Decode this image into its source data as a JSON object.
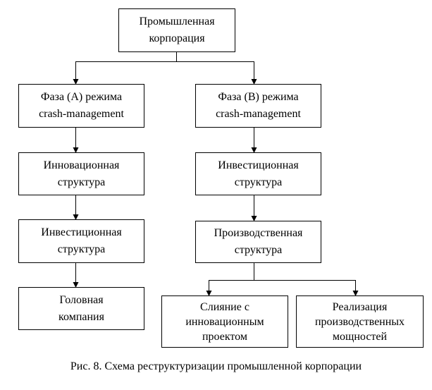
{
  "diagram": {
    "root": [
      "Промышленная",
      "корпорация"
    ],
    "left": {
      "phase": [
        "Фаза (А) режима",
        "crash-management"
      ],
      "step1": [
        "Инновационная",
        "структура"
      ],
      "step2": [
        "Инвестиционная",
        "структура"
      ],
      "step3": [
        "Головная",
        "компания"
      ]
    },
    "right": {
      "phase": [
        "Фаза (В) режима",
        "crash-management"
      ],
      "step1": [
        "Инвестиционная",
        "структура"
      ],
      "step2": [
        "Производственная",
        "структура"
      ],
      "leaf_a": [
        "Слияние с",
        "инновационным",
        "проектом"
      ],
      "leaf_b": [
        "Реализация",
        "производственных",
        "мощностей"
      ]
    }
  },
  "caption": "Рис. 8. Схема реструктуризации промышленной корпорации"
}
